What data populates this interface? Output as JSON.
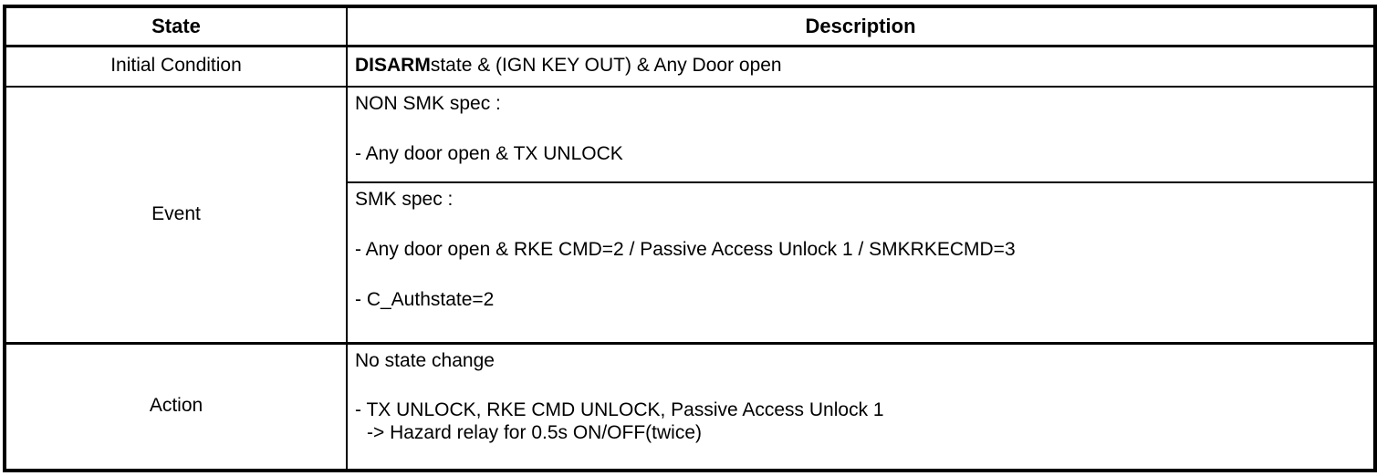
{
  "table": {
    "columns": [
      {
        "key": "state",
        "label": "State"
      },
      {
        "key": "description",
        "label": "Description"
      }
    ],
    "rows": [
      {
        "state": "Initial Condition",
        "description": {
          "bold_prefix": "DISARM",
          "rest": "state & (IGN KEY OUT) & Any Door open"
        }
      },
      {
        "state": "Event",
        "blocks": [
          {
            "heading": "NON SMK spec :",
            "items": [
              "-  Any door open & TX UNLOCK"
            ]
          },
          {
            "heading": "SMK spec :",
            "items": [
              "-  Any door open & RKE CMD=2 / Passive Access Unlock 1 / SMKRKECMD=3",
              "-  C_Authstate=2"
            ]
          }
        ]
      },
      {
        "state": "Action",
        "blocks": [
          {
            "heading": "No state change",
            "items": [
              "-  TX UNLOCK, RKE CMD UNLOCK, Passive Access Unlock 1",
              "-> Hazard relay for 0.5s ON/OFF(twice)"
            ]
          }
        ]
      }
    ]
  },
  "colors": {
    "border": "#000000",
    "text": "#000000",
    "background": "#ffffff"
  }
}
